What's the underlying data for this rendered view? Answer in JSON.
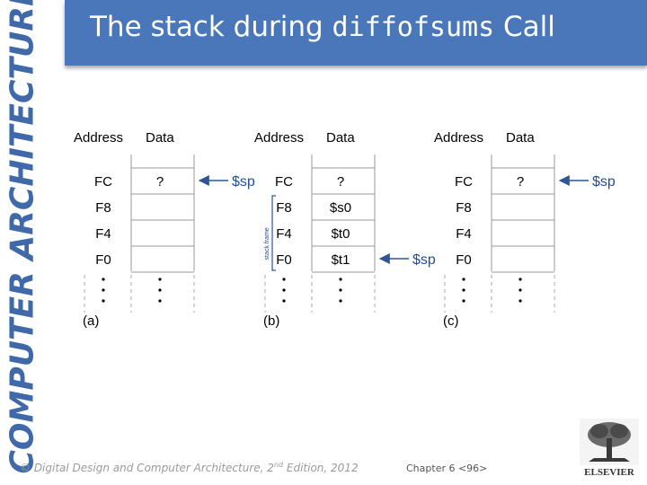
{
  "side_title": "COMPUTER ARCHITECTURE",
  "header": {
    "title_prefix": "The stack during ",
    "title_code": "diffofsums",
    "title_suffix": " Call"
  },
  "footer": {
    "copyright_symbol": "©",
    "copyright_main": " Digital Design and Computer Architecture, 2",
    "copyright_sup": "nd",
    "copyright_tail": " Edition, 2012",
    "chapter": "Chapter 6 <96>",
    "publisher": "ELSEVIER"
  },
  "diagram": {
    "col_address": "Address",
    "col_data": "Data",
    "addresses": [
      "FC",
      "F8",
      "F4",
      "F0"
    ],
    "ellipsis": ".\n.\n.",
    "sp_label": "$sp",
    "panels": [
      {
        "caption": "(a)",
        "data": [
          "?",
          "",
          "",
          ""
        ],
        "sp_row": 0,
        "bracket": null
      },
      {
        "caption": "(b)",
        "data": [
          "?",
          "$s0",
          "$t0",
          "$t1"
        ],
        "sp_row": 3,
        "bracket": "stack frame"
      },
      {
        "caption": "(c)",
        "data": [
          "?",
          "",
          "",
          ""
        ],
        "sp_row": 0,
        "bracket": null
      }
    ]
  },
  "colors": {
    "header_bg": "#4a77b9",
    "side_title": "#3f69a8",
    "arrow": "#2f5597",
    "sp_text": "#1f4e9a"
  }
}
